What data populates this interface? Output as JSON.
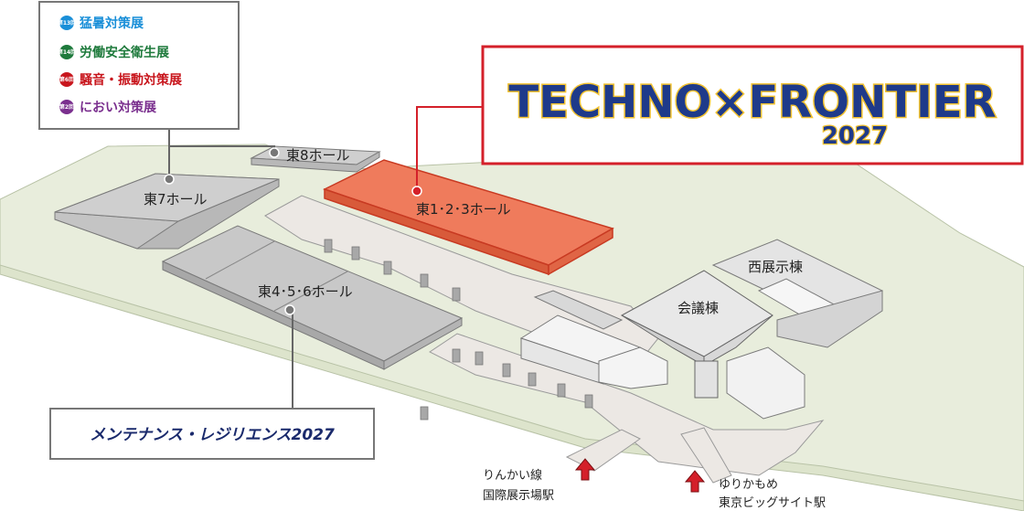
{
  "exhibitions": [
    {
      "badge": "第13回",
      "name": "猛暑対策展",
      "color": "#1a8fd8"
    },
    {
      "badge": "第14回",
      "name": "労働安全衛生展",
      "color": "#1e7a3c"
    },
    {
      "badge": "第6回",
      "name": "騒音・振動対策展",
      "color": "#c8161d"
    },
    {
      "badge": "第2回",
      "name": "におい対策展",
      "color": "#7a2f8e"
    }
  ],
  "halls": {
    "east8": "東8ホール",
    "east7": "東7ホール",
    "east123": "東1･2･3ホール",
    "east456": "東4･5･6ホール",
    "west": "西展示棟",
    "conference": "会議棟"
  },
  "main_event": {
    "brand": "TECHNO×FRONTIER",
    "year": "2027",
    "accent": "#d4202a"
  },
  "sub_event": {
    "name": "メンテナンス・レジリエンス2027"
  },
  "stations": {
    "rinkai_line": "りんかい線",
    "rinkai_station": "国際展示場駅",
    "yurikamome_line": "ゆりかもめ",
    "yurikamome_station": "東京ビッグサイト駅"
  },
  "colors": {
    "highlight_hall": "#ef7b5c",
    "ground": "#e6ecd9",
    "hall_gray": "#c8c8c8"
  }
}
